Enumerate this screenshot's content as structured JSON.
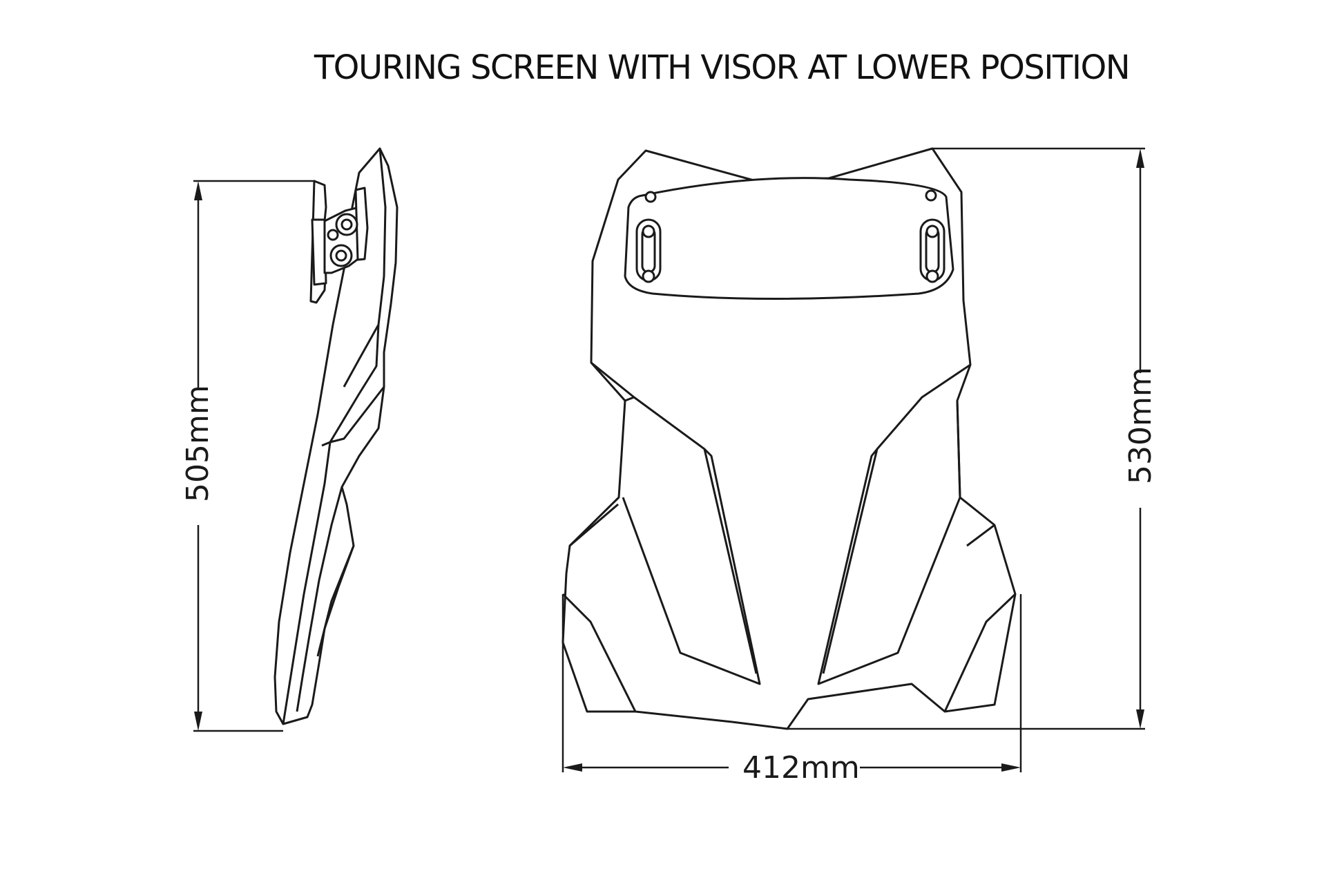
{
  "title": "TOURING SCREEN WITH VISOR AT LOWER POSITION",
  "dimensions": {
    "side_height": "505mm",
    "front_height": "530mm",
    "front_width": "412mm"
  },
  "colors": {
    "line": "#1a1a1a",
    "background": "#ffffff"
  }
}
